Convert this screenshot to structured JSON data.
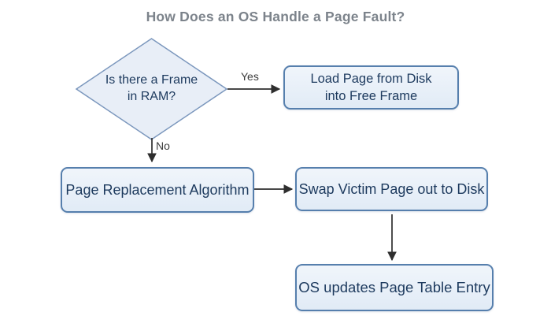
{
  "title": "How Does an OS Handle a Page Fault?",
  "decision": {
    "line1": "Is there a Frame",
    "line2": "in RAM?"
  },
  "edges": {
    "yes_label": "Yes",
    "no_label": "No"
  },
  "boxes": {
    "load": {
      "line1": "Load Page from Disk",
      "line2": "into Free Frame"
    },
    "replace": {
      "label": "Page Replacement Algorithm"
    },
    "swap": {
      "label": "Swap Victim Page out to Disk"
    },
    "update": {
      "label": "OS updates Page Table Entry"
    }
  },
  "colors": {
    "background": "#ffffff",
    "title": "#7c838b",
    "shape_border": "#567fad",
    "diamond_border": "#7b97bd",
    "shape_fill_top": "#f0f5fb",
    "shape_fill_bottom": "#e1ebf6",
    "shape_text": "#1d3a5e",
    "arrow": "#2e2e2e",
    "edge_label": "#3c3c3c"
  }
}
